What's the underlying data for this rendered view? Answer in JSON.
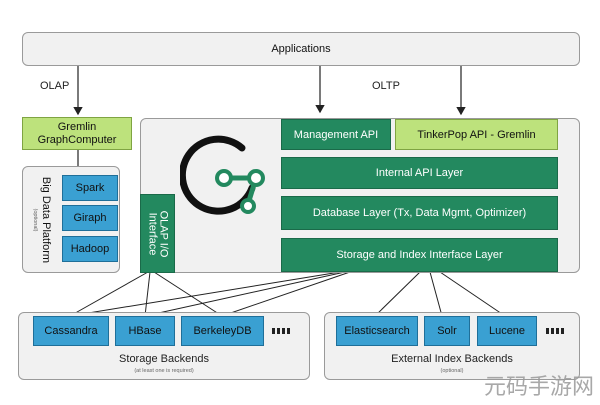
{
  "top": {
    "applications": "Applications"
  },
  "labels": {
    "olap": "OLAP",
    "oltp": "OLTP"
  },
  "gremlin_graph_computer": {
    "line1": "Gremlin",
    "line2": "GraphComputer"
  },
  "big_data_platform": {
    "title": "Big Data Platform",
    "note": "(optional)",
    "items": [
      "Spark",
      "Giraph",
      "Hadoop"
    ]
  },
  "olap_io": {
    "line1": "OLAP I/O",
    "line2": "Interface"
  },
  "janusgraph": {
    "management_api": "Management API",
    "tinkerpop_api": "TinkerPop API - Gremlin",
    "internal_api": "Internal API Layer",
    "database_layer": "Database Layer (Tx, Data Mgmt, Optimizer)",
    "storage_index_layer": "Storage and Index Interface Layer",
    "logo": "janusgraph-logo-icon"
  },
  "storage_backends": {
    "items": [
      "Cassandra",
      "HBase",
      "BerkeleyDB"
    ],
    "title": "Storage Backends",
    "note": "(at least one is required)"
  },
  "index_backends": {
    "items": [
      "Elasticsearch",
      "Solr",
      "Lucene"
    ],
    "title": "External Index Backends",
    "note": "(optional)"
  },
  "watermark": "元码手游网",
  "colors": {
    "green": "#23895f",
    "lime": "#bde27c",
    "blue": "#3aa0d2",
    "panel": "#f1f1f1"
  }
}
